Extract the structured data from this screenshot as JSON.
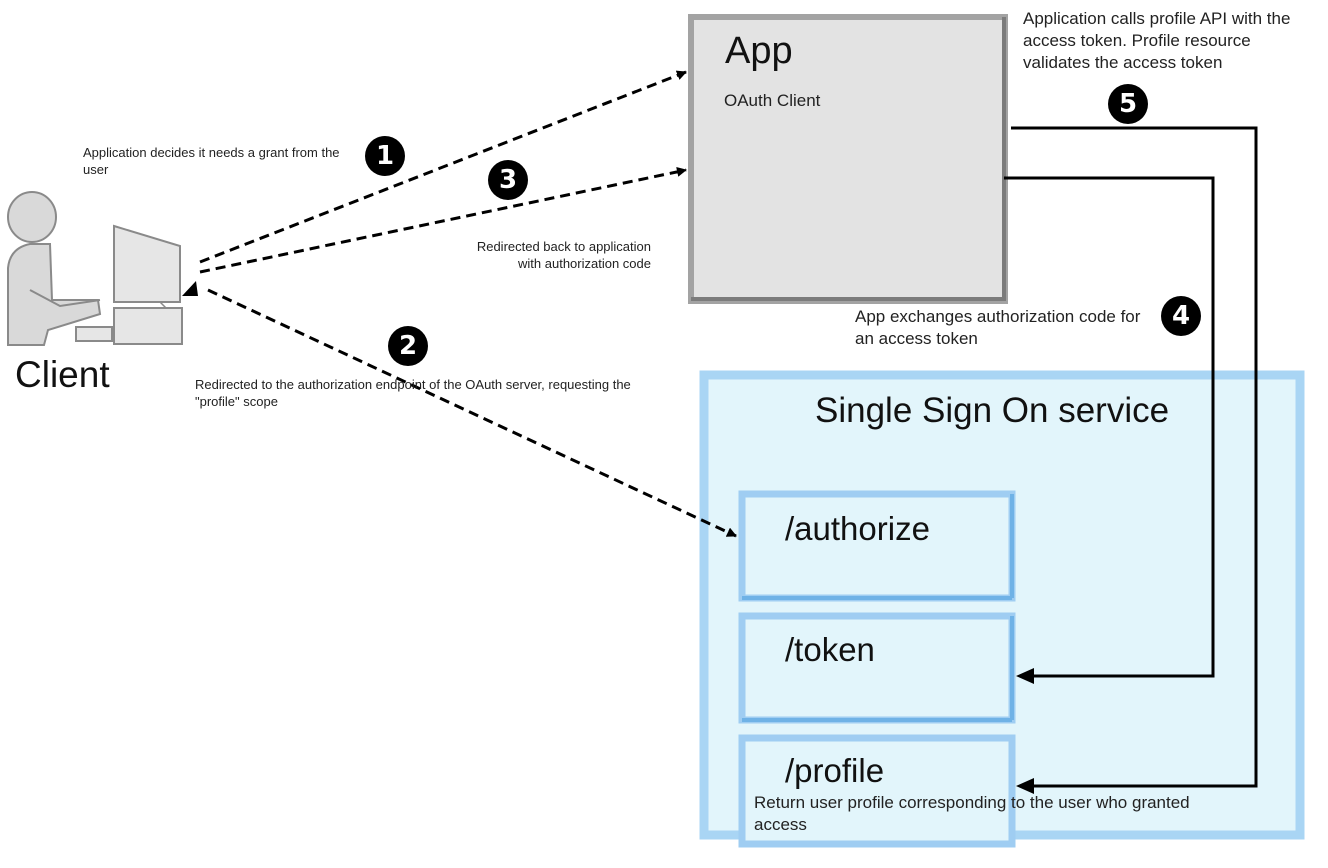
{
  "app": {
    "title": "App",
    "subtitle": "OAuth Client"
  },
  "client": {
    "label": "Client"
  },
  "sso": {
    "title": "Single Sign On service",
    "endpoints": [
      {
        "label": "/authorize"
      },
      {
        "label": "/token"
      },
      {
        "label": "/profile"
      }
    ]
  },
  "steps": {
    "1": {
      "badge": "1",
      "note": "Application decides it needs a grant from the user"
    },
    "2": {
      "badge": "2",
      "note": "Redirected to the authorization endpoint of the OAuth server, requesting the \"profile\" scope"
    },
    "3": {
      "badge": "3",
      "note": "Redirected back to application with authorization code"
    },
    "4": {
      "badge": "4",
      "note": "App exchanges authorization code for an access token"
    },
    "5": {
      "badge": "5",
      "note": "Application calls profile API with the access token. Profile resource validates the access token"
    }
  },
  "profile_note": "Return user profile corresponding to the user who granted access",
  "colors": {
    "app_fill": "#e3e3e3",
    "app_border": "#9a9a9a",
    "sso_fill": "#e2f5fb",
    "sso_border": "#a9d5f4",
    "endpoint_border": "#9fcdf2",
    "arrow": "#000000"
  }
}
